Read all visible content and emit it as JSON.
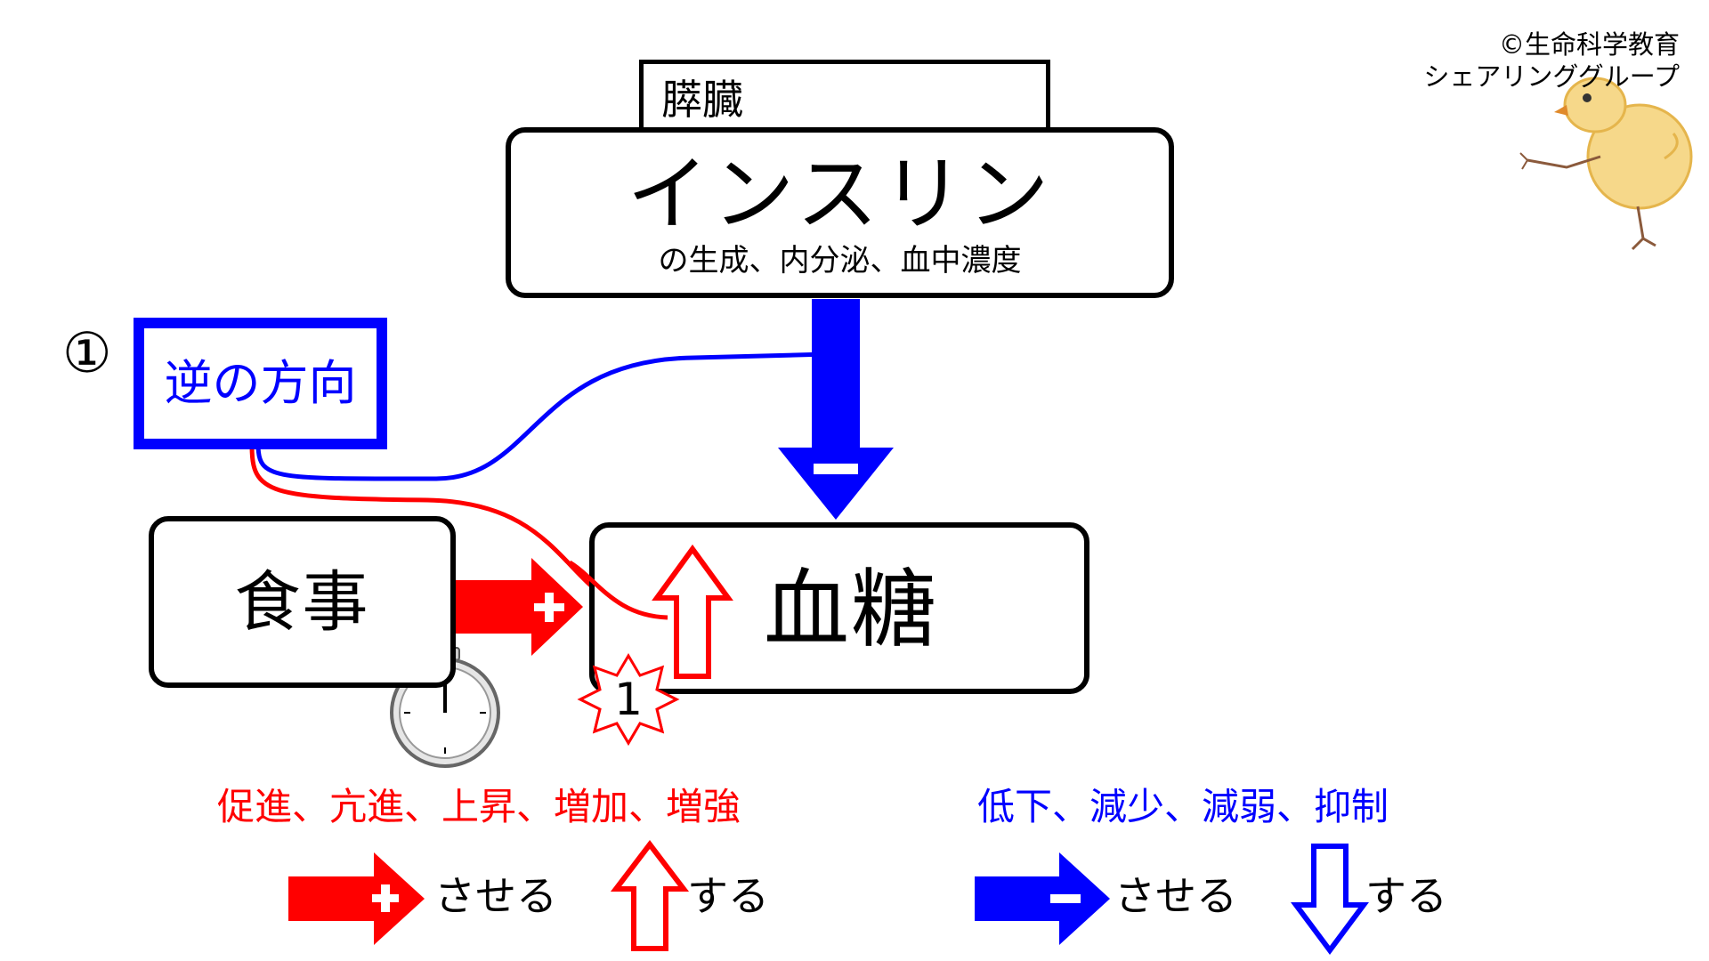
{
  "copyright": {
    "line1": "©生命科学教育",
    "line2": "シェアリンググループ"
  },
  "organ": {
    "label": "膵臓"
  },
  "insulin": {
    "title": "インスリン",
    "subtitle": "の生成、内分泌、血中濃度"
  },
  "callout": {
    "number": "①",
    "label": "逆の方向"
  },
  "meal": {
    "label": "食事"
  },
  "blood_sugar": {
    "label": "血糖"
  },
  "badge": {
    "number": "1"
  },
  "legend": {
    "increase_terms": "促進、亢進、上昇、増加、増強",
    "decrease_terms": "低下、減少、減弱、抑制",
    "make_label_red": "させる",
    "do_label_red": "する",
    "make_label_blue": "させる",
    "do_label_blue": "する"
  },
  "colors": {
    "red": "#ff0000",
    "blue": "#0000ff",
    "black": "#000000"
  },
  "icons": {
    "plus_arrow": "plus-arrow-icon",
    "minus_arrow": "minus-arrow-icon",
    "up_arrow": "up-arrow-icon",
    "down_arrow": "down-arrow-icon",
    "stopwatch": "stopwatch-icon",
    "chick": "chick-icon",
    "burst": "starburst-icon"
  }
}
